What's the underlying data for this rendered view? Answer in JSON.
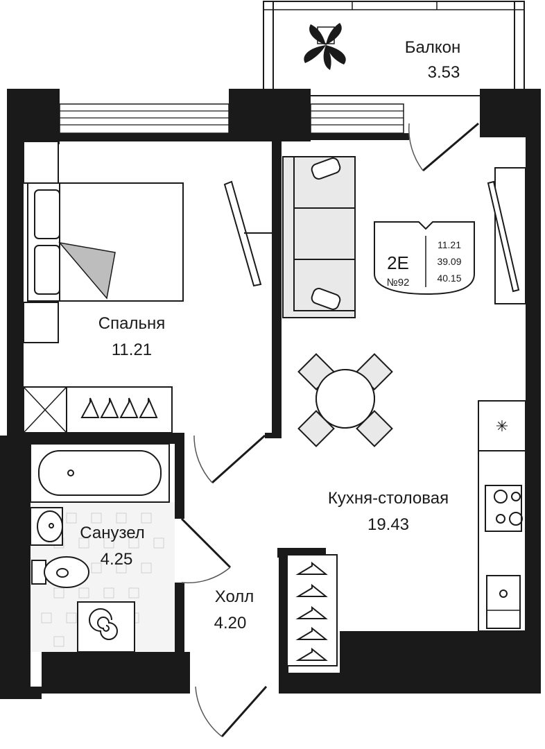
{
  "rooms": {
    "balcony": {
      "name": "Балкон",
      "area": "3.53"
    },
    "bedroom": {
      "name": "Спальня",
      "area": "11.21"
    },
    "bathroom": {
      "name": "Санузел",
      "area": "4.25"
    },
    "hall": {
      "name": "Холл",
      "area": "4.20"
    },
    "kitchen": {
      "name": "Кухня-столовая",
      "area": "19.43"
    }
  },
  "badge": {
    "type": "2E",
    "number": "№92",
    "areas": [
      "11.21",
      "39.09",
      "40.15"
    ]
  },
  "colors": {
    "wall": "#1a1a1a",
    "soft_furniture": "#e9e9e9",
    "background": "#ffffff"
  },
  "icons": [
    "plant-icon",
    "hanger-icon",
    "stove-icon",
    "sink-icon",
    "washing-machine-icon"
  ]
}
